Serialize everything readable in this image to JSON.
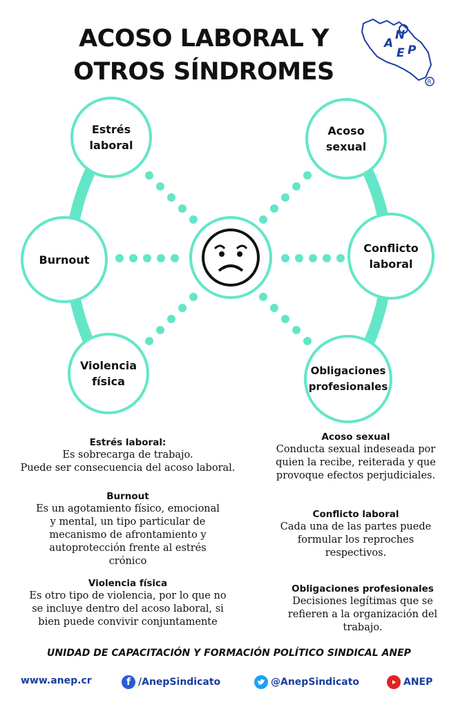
{
  "title": {
    "line1": "ACOSO LABORAL Y",
    "line2": "OTROS SÍNDROMES"
  },
  "logo": {
    "text": "ANEP",
    "registered": "®"
  },
  "colors": {
    "accent": "#63e6c8",
    "footer_link": "#1a3ea0",
    "facebook": "#2a5bd7",
    "twitter": "#1da1f2",
    "youtube": "#e02424"
  },
  "center_icon": "sad-face-icon",
  "nodes": {
    "estres": {
      "l1": "Estrés",
      "l2": "laboral"
    },
    "acoso": {
      "l1": "Acoso",
      "l2": "sexual"
    },
    "burnout": {
      "l1": "Burnout"
    },
    "conflicto": {
      "l1": "Conflicto",
      "l2": "laboral"
    },
    "violencia": {
      "l1": "Violencia",
      "l2": "física"
    },
    "obligaciones": {
      "l1": "Obligaciones",
      "l2": "profesionales"
    }
  },
  "sections": {
    "estres": {
      "title": "Estrés laboral:",
      "lines": [
        "Es sobrecarga de trabajo.",
        "Puede ser consecuencia del acoso laboral."
      ]
    },
    "burnout": {
      "title": "Burnout",
      "lines": [
        "Es un agotamiento físico, emocional",
        "y mental, un tipo particular de",
        "mecanismo de afrontamiento y",
        "autoprotección frente al estrés",
        "crónico"
      ]
    },
    "violencia": {
      "title": "Violencia física",
      "lines": [
        "Es otro tipo de violencia, por lo que no",
        "se incluye dentro del acoso laboral, si",
        "bien puede convivir conjuntamente"
      ]
    },
    "acoso": {
      "title": "Acoso sexual",
      "lines": [
        "Conducta sexual indeseada por",
        "quien la recibe, reiterada y que",
        "provoque efectos perjudiciales."
      ]
    },
    "conflicto": {
      "title": "Conflicto laboral",
      "lines": [
        "Cada una de las partes puede",
        "formular los reproches",
        "respectivos."
      ]
    },
    "obligaciones": {
      "title": "Obligaciones profesionales",
      "lines": [
        "Decisiones legítimas que se",
        "refieren a la organización del",
        "trabajo."
      ]
    }
  },
  "footer": {
    "title": "UNIDAD DE CAPACITACIÓN Y FORMACIÓN POLÍTICO SINDICAL ANEP",
    "website": "www.anep.cr",
    "facebook": "/AnepSindicato",
    "twitter": "@AnepSindicato",
    "youtube": "ANEP"
  }
}
